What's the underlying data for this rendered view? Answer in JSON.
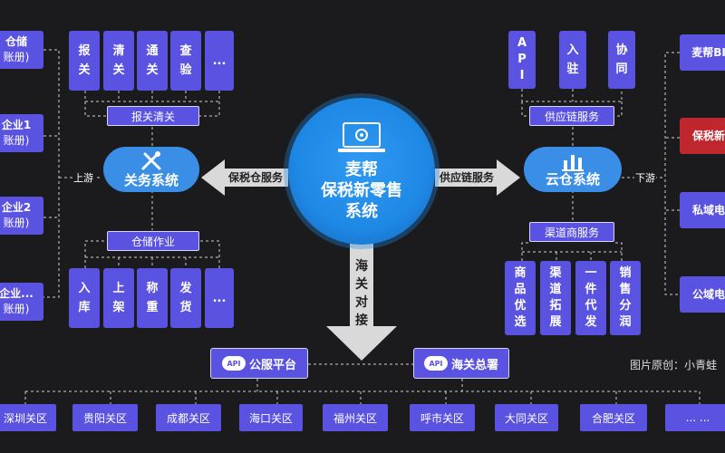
{
  "center": {
    "line1": "麦帮",
    "line2": "保税新零售",
    "line3": "系统"
  },
  "left_system": {
    "title": "关务系统"
  },
  "right_system": {
    "title": "云仓系统"
  },
  "arrows": {
    "left": "保税仓服务",
    "right": "供应链服务",
    "down_chars": [
      "海",
      "关",
      "对",
      "接"
    ]
  },
  "customs_clearance": {
    "label": "报关清关",
    "items": [
      [
        "报",
        "关"
      ],
      [
        "清",
        "关"
      ],
      [
        "通",
        "关"
      ],
      [
        "查",
        "验"
      ],
      [
        "..."
      ]
    ]
  },
  "warehouse_ops": {
    "label": "仓储作业",
    "items": [
      [
        "入",
        "库"
      ],
      [
        "上",
        "架"
      ],
      [
        "称",
        "重"
      ],
      [
        "发",
        "货"
      ],
      [
        "..."
      ]
    ]
  },
  "supply_chain": {
    "label": "供应链服务",
    "items": [
      [
        "A",
        "P",
        "I"
      ],
      [
        "入",
        "驻"
      ],
      [
        "协",
        "同"
      ]
    ]
  },
  "channel": {
    "label": "渠道商服务",
    "items": [
      [
        "商",
        "品",
        "优",
        "选"
      ],
      [
        "渠",
        "道",
        "拓",
        "展"
      ],
      [
        "一",
        "件",
        "代",
        "发"
      ],
      [
        "销",
        "售",
        "分",
        "润"
      ]
    ]
  },
  "left_side": [
    {
      "line1": "仓储",
      "line2": "账册)"
    },
    {
      "line1": "企业1",
      "line2": "账册)"
    },
    {
      "line1": "企业2",
      "line2": "账册)"
    },
    {
      "line1": "企业...",
      "line2": "账册)"
    }
  ],
  "right_side": [
    "麦帮BI",
    "保税新",
    "私域电",
    "公域电"
  ],
  "tags": {
    "upstream": "上游",
    "downstream": "下游"
  },
  "api_platforms": [
    {
      "icon": "API",
      "label": "公服平台"
    },
    {
      "icon": "API",
      "label": "海关总署"
    }
  ],
  "source": "图片原创：小青蛙",
  "regions": [
    "深圳关区",
    "贵阳关区",
    "成都关区",
    "海口关区",
    "福州关区",
    "呼市关区",
    "大同关区",
    "合肥关区",
    "... ..."
  ],
  "colors": {
    "background": "#1b1b1d",
    "box": "#5a52e0",
    "system_pill": "#3b8ee6",
    "center": "#1e88e5",
    "highlight": "#c0262e",
    "arrow": "#d9d9d9"
  }
}
